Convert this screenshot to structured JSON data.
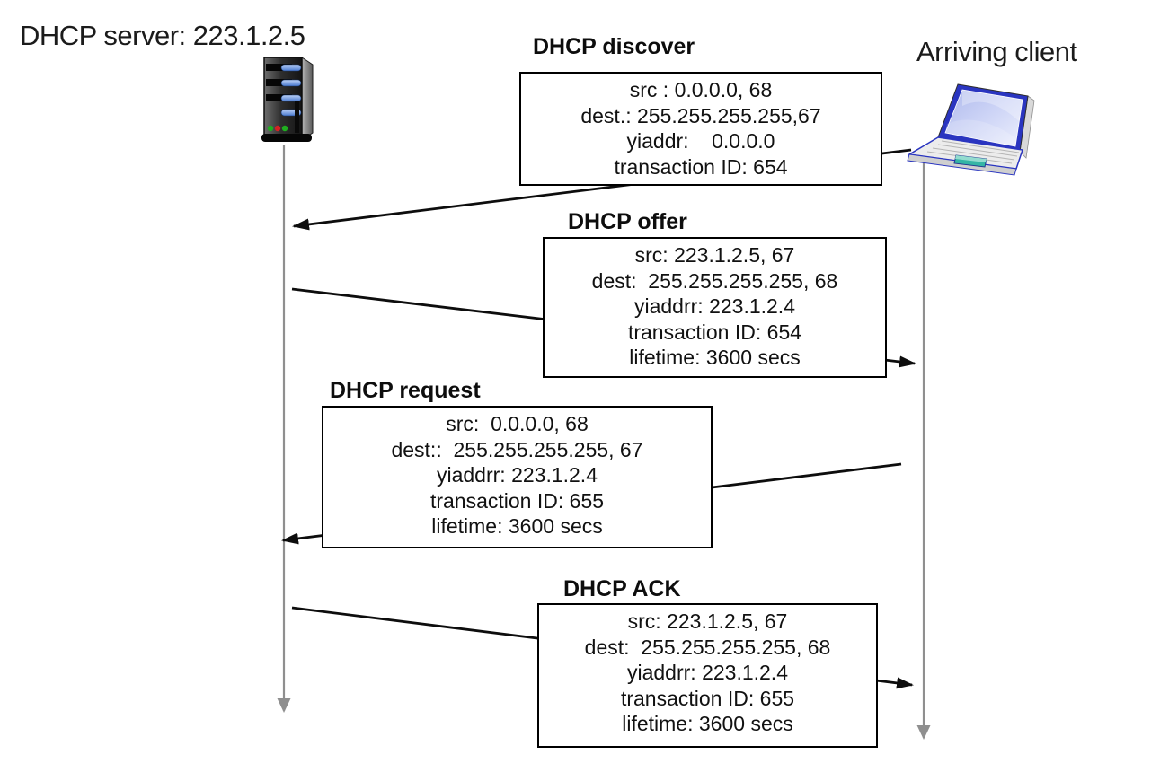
{
  "header": {
    "server_label": "DHCP server: 223.1.2.5",
    "client_label": "Arriving client"
  },
  "icons": {
    "server": "server-tower-icon",
    "client": "laptop-icon"
  },
  "messages": [
    {
      "title": "DHCP discover",
      "direction": "client-to-server",
      "lines": [
        "src : 0.0.0.0, 68",
        "dest.: 255.255.255.255,67",
        "yiaddr:    0.0.0.0",
        "transaction ID: 654"
      ]
    },
    {
      "title": "DHCP offer",
      "direction": "server-to-client",
      "lines": [
        "src: 223.1.2.5, 67",
        "dest:  255.255.255.255, 68",
        "yiaddrr: 223.1.2.4",
        "transaction ID: 654",
        "lifetime: 3600 secs"
      ]
    },
    {
      "title": "DHCP request",
      "direction": "client-to-server",
      "lines": [
        "src:  0.0.0.0, 68",
        "dest::  255.255.255.255, 67",
        "yiaddrr: 223.1.2.4",
        "transaction ID: 655",
        "lifetime: 3600 secs"
      ]
    },
    {
      "title": "DHCP ACK",
      "direction": "server-to-client",
      "lines": [
        "src: 223.1.2.5, 67",
        "dest:  255.255.255.255, 68",
        "yiaddrr: 223.1.2.4",
        "transaction ID: 655",
        "lifetime: 3600 secs"
      ]
    }
  ],
  "colors": {
    "box_border": "#000000",
    "message_arrow": "#0d0d0d",
    "timeline": "#8f8f8f",
    "text": "#111111",
    "laptop_blue": "#2a35c0",
    "laptop_screen": "#c3cbf2",
    "trackpad_teal": "#35b5a5",
    "server_bay_blue": "#6f9be6",
    "led_green": "#1fae1f",
    "led_red": "#d42222"
  }
}
